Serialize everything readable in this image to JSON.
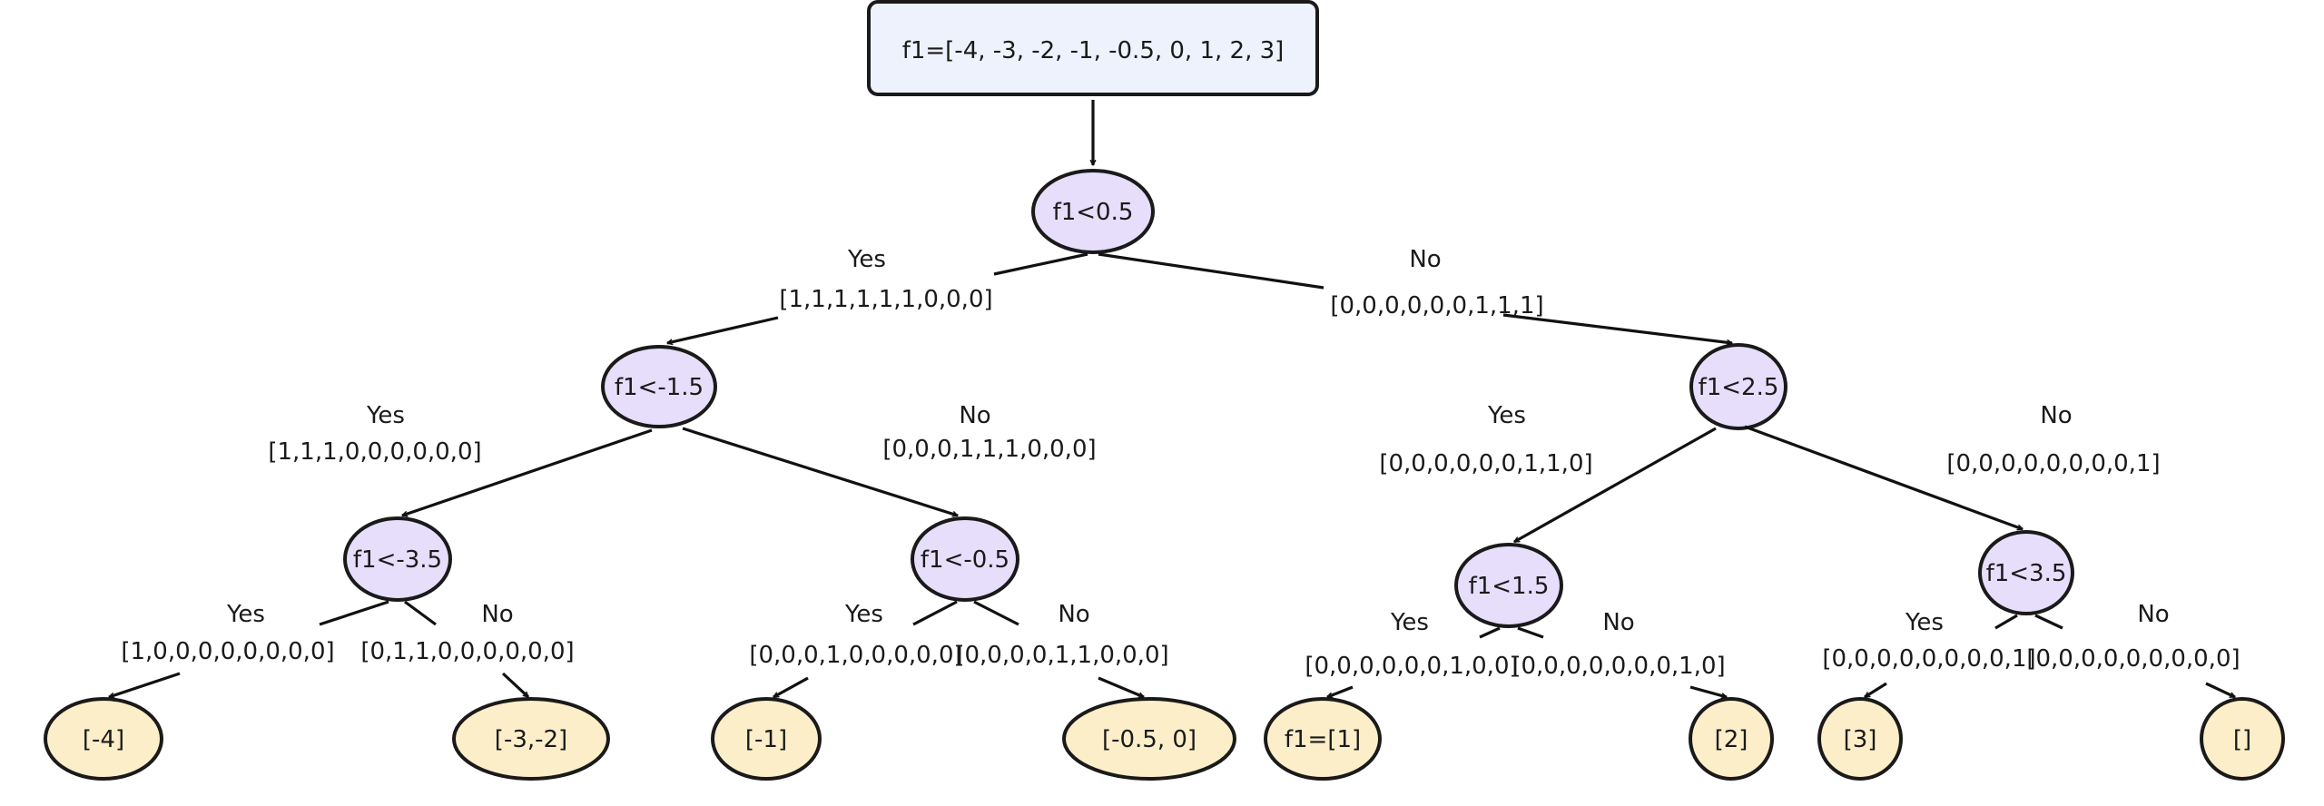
{
  "colors": {
    "root_fill": "#eef2fd",
    "decision_fill": "#e6defa",
    "leaf_fill": "#fbeec8",
    "stroke": "#1a1a1a"
  },
  "root": {
    "label": "f1=[-4, -3, -2, -1, -0.5, 0, 1, 2, 3]"
  },
  "decisions": [
    {
      "id": "d0",
      "label": "f1<0.5"
    },
    {
      "id": "d1",
      "label": "f1<-1.5"
    },
    {
      "id": "d2",
      "label": "f1<2.5"
    },
    {
      "id": "d3",
      "label": "f1<-3.5"
    },
    {
      "id": "d4",
      "label": "f1<-0.5"
    },
    {
      "id": "d5",
      "label": "f1<1.5"
    },
    {
      "id": "d6",
      "label": "f1<3.5"
    }
  ],
  "leaves": [
    {
      "id": "l0",
      "label": "[-4]"
    },
    {
      "id": "l1",
      "label": "[-3,-2]"
    },
    {
      "id": "l2",
      "label": "[-1]"
    },
    {
      "id": "l3",
      "label": "[-0.5, 0]"
    },
    {
      "id": "l4",
      "label": "f1=[1]"
    },
    {
      "id": "l5",
      "label": "[2]"
    },
    {
      "id": "l6",
      "label": "[3]"
    },
    {
      "id": "l7",
      "label": "[]"
    }
  ],
  "edges": [
    {
      "id": "e0",
      "from": "d0",
      "to": "d1",
      "answer": "Yes",
      "mask": "[1,1,1,1,1,1,0,0,0]"
    },
    {
      "id": "e1",
      "from": "d0",
      "to": "d2",
      "answer": "No",
      "mask": "[0,0,0,0,0,0,1,1,1]"
    },
    {
      "id": "e2",
      "from": "d1",
      "to": "d3",
      "answer": "Yes",
      "mask": "[1,1,1,0,0,0,0,0,0]"
    },
    {
      "id": "e3",
      "from": "d1",
      "to": "d4",
      "answer": "No",
      "mask": "[0,0,0,1,1,1,0,0,0]"
    },
    {
      "id": "e4",
      "from": "d2",
      "to": "d5",
      "answer": "Yes",
      "mask": "[0,0,0,0,0,0,1,1,0]"
    },
    {
      "id": "e5",
      "from": "d2",
      "to": "d6",
      "answer": "No",
      "mask": "[0,0,0,0,0,0,0,0,1]"
    },
    {
      "id": "e6",
      "from": "d3",
      "to": "l0",
      "answer": "Yes",
      "mask": "[1,0,0,0,0,0,0,0,0]"
    },
    {
      "id": "e7",
      "from": "d3",
      "to": "l1",
      "answer": "No",
      "mask": "[0,1,1,0,0,0,0,0,0]"
    },
    {
      "id": "e8",
      "from": "d4",
      "to": "l2",
      "answer": "Yes",
      "mask": "[0,0,0,1,0,0,0,0,0]"
    },
    {
      "id": "e9",
      "from": "d4",
      "to": "l3",
      "answer": "No",
      "mask": "[0,0,0,0,1,1,0,0,0]"
    },
    {
      "id": "e10",
      "from": "d5",
      "to": "l4",
      "answer": "Yes",
      "mask": "[0,0,0,0,0,0,1,0,0]"
    },
    {
      "id": "e11",
      "from": "d5",
      "to": "l5",
      "answer": "No",
      "mask": "[0,0,0,0,0,0,0,1,0]"
    },
    {
      "id": "e12",
      "from": "d6",
      "to": "l6",
      "answer": "Yes",
      "mask": "[0,0,0,0,0,0,0,0,1]"
    },
    {
      "id": "e13",
      "from": "d6",
      "to": "l7",
      "answer": "No",
      "mask": "[0,0,0,0,0,0,0,0,0]"
    }
  ]
}
